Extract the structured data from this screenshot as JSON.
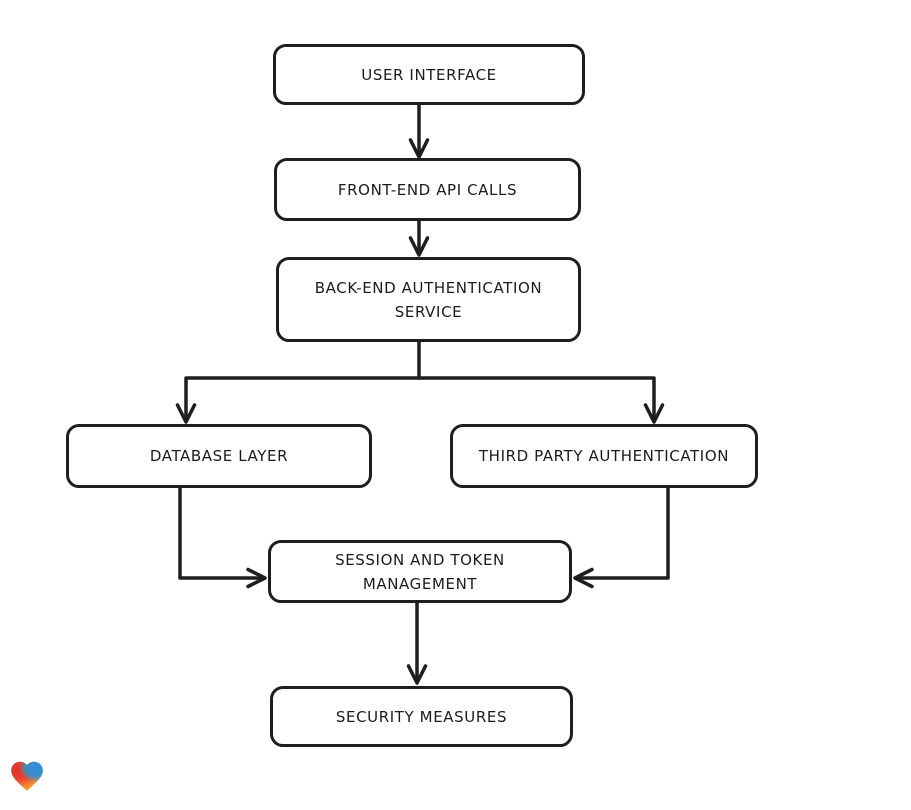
{
  "page": {
    "background": "#ffffff"
  },
  "diagram": {
    "kind": "flowchart",
    "style": "hand-drawn",
    "stroke_color": "#1e1e1e",
    "node_fill": "#ffffff",
    "text_color": "#1b1b1b",
    "nodes": [
      {
        "id": "user-interface",
        "label": "USER INTERFACE"
      },
      {
        "id": "front-end-api-calls",
        "label": "FRONT-END API CALLS"
      },
      {
        "id": "back-end-authentication-service",
        "label": "BACK-END AUTHENTICATION\nSERVICE"
      },
      {
        "id": "database-layer",
        "label": "DATABASE LAYER"
      },
      {
        "id": "third-party-authentication",
        "label": "THIRD PARTY AUTHENTICATION"
      },
      {
        "id": "session-and-token-management",
        "label": "SESSION AND TOKEN\nMANAGEMENT"
      },
      {
        "id": "security-measures",
        "label": "SECURITY MEASURES"
      }
    ],
    "edges": [
      {
        "from": "user-interface",
        "to": "front-end-api-calls"
      },
      {
        "from": "front-end-api-calls",
        "to": "back-end-authentication-service"
      },
      {
        "from": "back-end-authentication-service",
        "to": "database-layer"
      },
      {
        "from": "back-end-authentication-service",
        "to": "third-party-authentication"
      },
      {
        "from": "database-layer",
        "to": "session-and-token-management"
      },
      {
        "from": "third-party-authentication",
        "to": "session-and-token-management"
      },
      {
        "from": "session-and-token-management",
        "to": "security-measures"
      }
    ]
  },
  "branding": {
    "logo": "gradient-heart-logo",
    "colors": {
      "red": "#e52f2f",
      "blue": "#2f8ed6",
      "teal": "#27b59b",
      "orange": "#f59b2e"
    }
  }
}
